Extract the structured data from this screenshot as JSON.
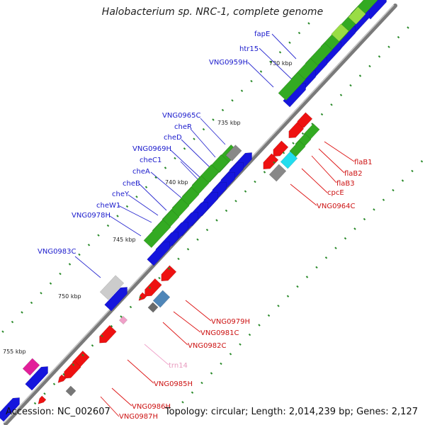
{
  "header": {
    "title": "Halobacterium sp. NRC-1, complete genome"
  },
  "footer": {
    "accession": "Accession: NC_002607",
    "summary": "Topology: circular; Length: 2,014,239 bp; Genes: 2,127"
  },
  "ticks": [
    "730 kbp",
    "735 kbp",
    "740 kbp",
    "745 kbp",
    "750 kbp",
    "755 kbp"
  ],
  "labels_forward": [
    "fapE",
    "htr15",
    "VNG0959H",
    "VNG0965C",
    "cheR",
    "cheD",
    "VNG0969H",
    "cheC1",
    "cheA",
    "cheB",
    "cheY",
    "cheW1",
    "VNG0978H",
    "VNG0983C"
  ],
  "labels_reverse": [
    "flaB1",
    "flaB2",
    "flaB3",
    "cpcE",
    "VNG0964C",
    "VNG0979H",
    "VNG0981C",
    "VNG0982C",
    "trn14",
    "VNG0985H",
    "VNG0986H",
    "VNG0987H"
  ],
  "colors": {
    "forward_gene": "#1515dd",
    "reverse_gene": "#ee1111",
    "forward_cog": "#33aa22",
    "light_cog": "#99dd44",
    "grey_feature": "#888888",
    "cyan_feature": "#22ddee",
    "steel_feature": "#4f86b8",
    "magenta_feature": "#e21f9a",
    "trna_feature": "#f0a0c8",
    "backbone": "#7a7a7a"
  }
}
